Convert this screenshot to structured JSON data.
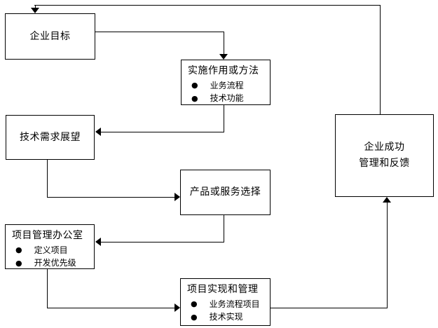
{
  "diagram": {
    "bullet_glyph": "●",
    "colors": {
      "line": "#000000",
      "background": "#ffffff",
      "box_fill": "#ffffff",
      "text": "#000000"
    },
    "nodes": {
      "enterprise_goals": {
        "title": "企业目标"
      },
      "implementation_methods": {
        "title": "实施作用或方法",
        "bullets": [
          "业务流程",
          "技术功能"
        ]
      },
      "tech_requirements": {
        "title": "技术需求展望"
      },
      "product_service_selection": {
        "title": "产品或服务选择"
      },
      "pmo": {
        "title": "项目管理办公室",
        "bullets": [
          "定义项目",
          "开发优先级"
        ]
      },
      "project_realization": {
        "title": "项目实现和管理",
        "bullets": [
          "业务流程项目",
          "技术实现"
        ]
      },
      "enterprise_success": {
        "title_line1": "企业成功",
        "title_line2": "管理和反馈"
      }
    }
  }
}
